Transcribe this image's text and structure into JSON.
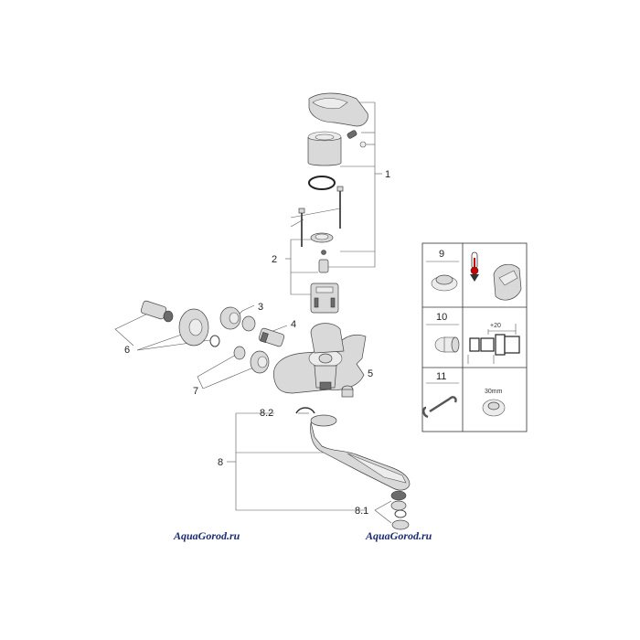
{
  "callouts": {
    "c1": "1",
    "c2": "2",
    "c3": "3",
    "c4": "4",
    "c5": "5",
    "c6": "6",
    "c7": "7",
    "c8": "8",
    "c8_1": "8.1",
    "c8_2": "8.2"
  },
  "panel": {
    "row9": "9",
    "row10": "10",
    "row11": "11",
    "dimension": "+20",
    "wrench_size": "30mm"
  },
  "watermarks": {
    "left": "AquaGorod.ru",
    "right": "AquaGorod.ru"
  }
}
